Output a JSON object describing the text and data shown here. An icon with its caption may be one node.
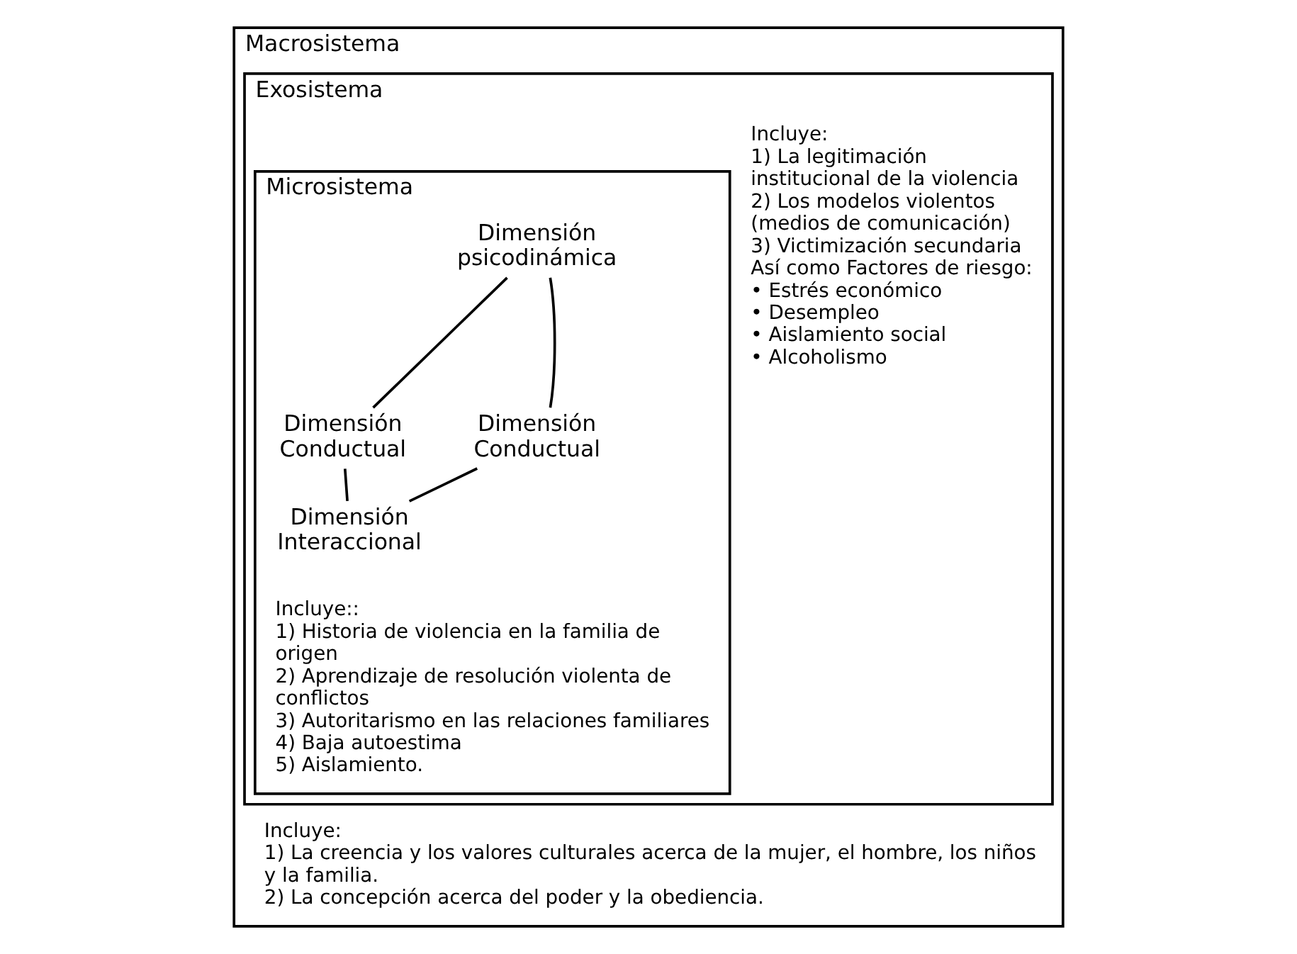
{
  "diagram": {
    "nodes": [
      {
        "text": [
          "Macrosistema",
          "Incluye:",
          "1) La creencia y los valores culturales acerca de la mujer, el hombre, los niños y la familia.",
          "2) La concepción acerca del poder y la obediencia."
        ]
      },
      {
        "text": [
          "Exosistema",
          "Incluye:",
          "1) La legitimación institucional de la violencia",
          "2) Los modelos violentos (medios de comunicación)",
          "3) Victimización secundaria",
          "Así como Factores de riesgo:",
          "• Estrés económico",
          "• Desempleo",
          "• Aislamiento social",
          "• Alcoholismo"
        ],
        "in": 0
      },
      {
        "text": [
          "Microsistema",
          "Incluye::",
          "1) Historia de violencia en la familia de origen",
          "2) Aprendizaje de resolución violenta de conflictos",
          "3) Autoritarismo en las relaciones familiares",
          "4) Baja autoestima",
          "5) Aislamiento."
        ],
        "in": 1
      },
      {
        "text": [
          "Dimensión psicodinámica"
        ],
        "in": 2
      },
      {
        "text": [
          "Dimensión Conductual"
        ],
        "in": 2
      },
      {
        "text": [
          "Dimensión Interaccional"
        ],
        "in": 2
      },
      {
        "text": [
          "Dimensión Conductual"
        ],
        "in": 2
      }
    ],
    "edges": [
      {
        "from": 3,
        "to": 4,
        "arrow": "none"
      },
      {
        "from": 4,
        "to": 5,
        "arrow": "none"
      },
      {
        "from": 5,
        "to": 6,
        "arrow": "none"
      },
      {
        "from": 6,
        "to": 3,
        "arrow": "none"
      }
    ]
  }
}
